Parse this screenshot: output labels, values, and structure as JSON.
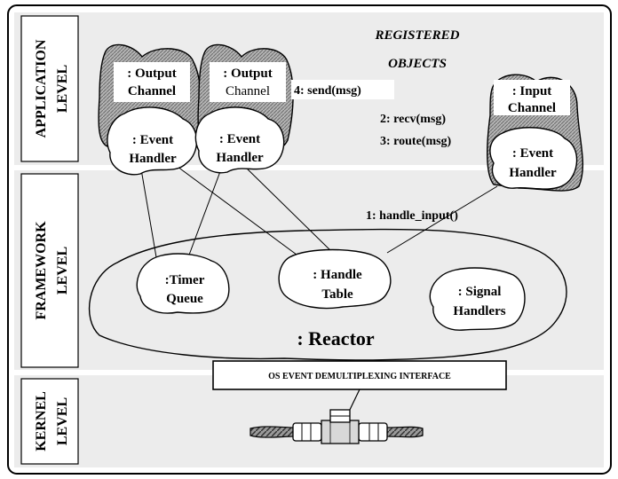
{
  "levels": {
    "application": [
      "APPLICATION",
      "LEVEL"
    ],
    "framework": [
      "FRAMEWORK",
      "LEVEL"
    ],
    "kernel": [
      "KERNEL",
      "LEVEL"
    ]
  },
  "registered_objects": [
    "REGISTERED",
    "OBJECTS"
  ],
  "output_channel_1": {
    "name": [
      ": Output",
      "Channel"
    ],
    "handler": [
      ": Event",
      "Handler"
    ]
  },
  "output_channel_2": {
    "name": [
      ": Output",
      "Channel"
    ],
    "handler": [
      ": Event",
      "Handler"
    ]
  },
  "input_channel": {
    "name": [
      ": Input",
      "Channel"
    ],
    "handler": [
      ": Event",
      "Handler"
    ]
  },
  "messages": {
    "send": "4: send(msg)",
    "recv": "2: recv(msg)",
    "route": "3: route(msg)",
    "handle_input": "1: handle_input()"
  },
  "reactor": {
    "label": ": Reactor",
    "timer_queue": [
      ":Timer",
      "Queue"
    ],
    "handle_table": [
      ": Handle",
      "Table"
    ],
    "signal_handlers": [
      ": Signal",
      "Handlers"
    ]
  },
  "os_interface": "OS EVENT DEMULTIPLEXING INTERFACE",
  "colors": {
    "band": "#ececec",
    "frame": "#000000",
    "hatch": "#7a7a7a"
  }
}
